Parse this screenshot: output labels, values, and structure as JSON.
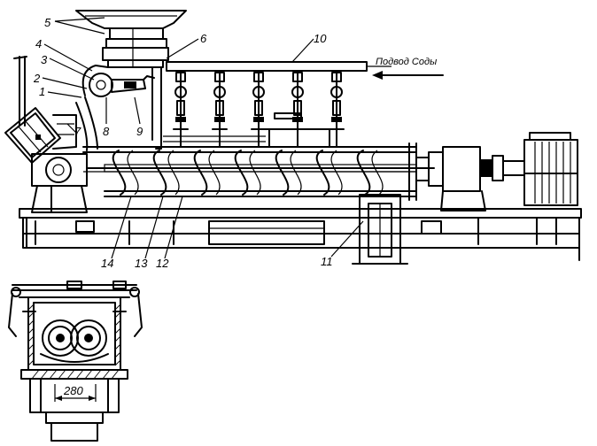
{
  "callouts": {
    "c1": "1",
    "c2": "2",
    "c3": "3",
    "c4": "4",
    "c5": "5",
    "c6": "6",
    "c7": "7",
    "c8": "8",
    "c9": "9",
    "c10": "10",
    "c11": "11",
    "c12": "12",
    "c13": "13",
    "c14": "14"
  },
  "inlet_note": "Подвод Соды",
  "dimension": "280"
}
